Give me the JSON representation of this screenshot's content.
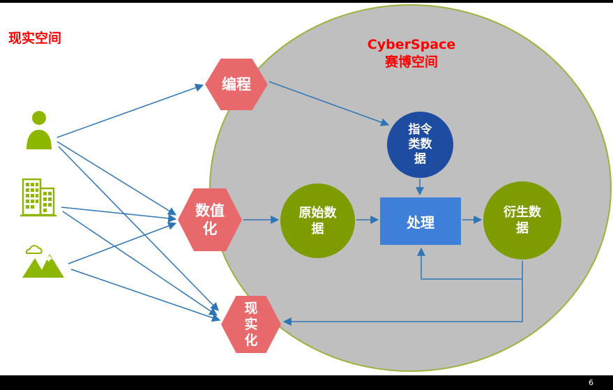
{
  "slide": {
    "page_number": "6",
    "real_space_label": "现实空间",
    "cyberspace_title": "CyberSpace\n赛博空间"
  },
  "hexagons": {
    "programming": {
      "label": "编程"
    },
    "digitization": {
      "label": "数值\n化"
    },
    "realization": {
      "label": "现\n实\n化"
    }
  },
  "nodes": {
    "instruction_data": {
      "label": "指令\n类数\n据"
    },
    "raw_data": {
      "label": "原始数\n据"
    },
    "process": {
      "label": "处理"
    },
    "derived_data": {
      "label": "衍生数\n据"
    }
  },
  "icons": [
    {
      "name": "person-icon"
    },
    {
      "name": "buildings-icon"
    },
    {
      "name": "mountains-icon"
    }
  ],
  "colors": {
    "red_text": "#FF0000",
    "hexagon_fill": "#E8696B",
    "instruction_circle_fill": "#1E4CA1",
    "data_circle_fill": "#7D9C00",
    "process_rect_fill": "#3E7FD9",
    "arrow_blue": "#2E75B6",
    "cyberspace_fill": "#BFBFBF",
    "cyberspace_border": "#9AB33C",
    "icon_green": "#8DB600"
  }
}
